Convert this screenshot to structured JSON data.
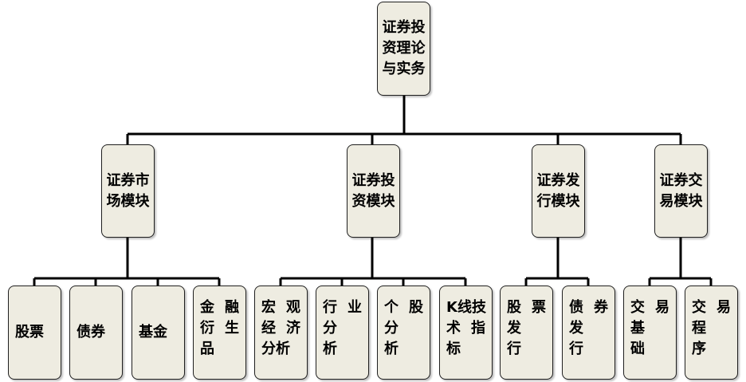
{
  "root": {
    "line1": "证券投",
    "line2": "资理论",
    "line3": "与实务"
  },
  "modules": [
    {
      "line1": "证券市",
      "line2": "场模块"
    },
    {
      "line1": "证券投",
      "line2": "资模块"
    },
    {
      "line1": "证券发",
      "line2": "行模块"
    },
    {
      "line1": "证券交",
      "line2": "易模块"
    }
  ],
  "leaves": {
    "stock": {
      "text": "股票"
    },
    "bond": {
      "text": "债券"
    },
    "fund": {
      "text": "基金"
    },
    "derivatives": {
      "r1a": "金",
      "r1b": "融",
      "r2a": "衍",
      "r2b": "生",
      "r3": "品"
    },
    "macro": {
      "r1a": "宏",
      "r1b": "观",
      "r2a": "经",
      "r2b": "济",
      "r3": "分析"
    },
    "industry": {
      "r1a": "行",
      "r1b": "业",
      "r2": "分",
      "r3": "析"
    },
    "single_stock": {
      "r1a": "个",
      "r1b": "股",
      "r2": "分",
      "r3": "析"
    },
    "kline": {
      "r1": "K线技",
      "r2a": "术",
      "r2b": "指",
      "r3": "标"
    },
    "stock_issue": {
      "r1a": "股",
      "r1b": "票",
      "r2": "发",
      "r3": "行"
    },
    "bond_issue": {
      "r1a": "债",
      "r1b": "券",
      "r2": "发",
      "r3": "行"
    },
    "trade_basics": {
      "r1a": "交",
      "r1b": "易",
      "r2": "基",
      "r3": "础"
    },
    "trade_proc": {
      "r1a": "交",
      "r1b": "易",
      "r2": "程",
      "r3": "序"
    }
  }
}
